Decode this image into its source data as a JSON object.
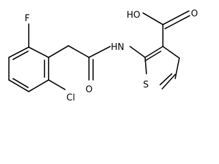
{
  "molecule": {
    "atoms": {
      "fluorine": "F",
      "chlorine": "Cl",
      "carbonyl_oxygen": "O",
      "amide_nitrogen": "HN",
      "thiophene_sulfur": "S",
      "carboxylic_acid": "HO",
      "acid_carbonyl_oxygen": "O"
    }
  },
  "colors": {
    "bond": "#000000",
    "label": "#000000",
    "background": "#ffffff"
  }
}
